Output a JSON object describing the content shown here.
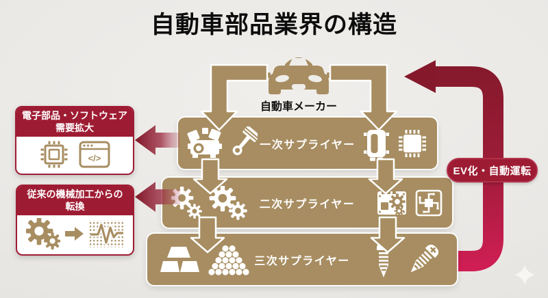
{
  "title": "自動車部品業界の構造",
  "maker": {
    "label": "自動車メーカー",
    "icon": "car-icon"
  },
  "tiers": [
    {
      "label": "一次サプライヤー",
      "left_icons": [
        "engine-icon",
        "piston-icon"
      ],
      "right_icons": [
        "ecu-icon",
        "chip-icon"
      ]
    },
    {
      "label": "二次サプライヤー",
      "left_icons": [
        "gear-cluster-icon",
        "gear-cluster-icon"
      ],
      "right_icons": [
        "pcb-gears-icon",
        "circuit-trace-icon"
      ]
    },
    {
      "label": "三次サプライヤー",
      "left_icons": [
        "metal-ingots-icon",
        "bearing-balls-icon"
      ],
      "right_icons": [
        "screw-icon",
        "screw-diagonal-icon"
      ]
    }
  ],
  "callouts": [
    {
      "line1": "電子部品・ソフトウェア",
      "line2": "需要拡大",
      "icons": [
        "chip-outline-icon",
        "code-window-icon"
      ]
    },
    {
      "line1": "従来の機械加工からの",
      "line2": "転換",
      "icons": [
        "gears-icon",
        "right-arrow-icon",
        "waveform-icon"
      ]
    }
  ],
  "ev": {
    "label": "EV化・自動運転"
  },
  "glyphs": {
    "code": "</>"
  },
  "colors": {
    "tan": "#A78D61",
    "dark_red": "#9E1C33",
    "crimson": "#D21E55",
    "background": "#EAE8E5",
    "white": "#FFFFFF",
    "title_text": "#0D0D0D"
  }
}
